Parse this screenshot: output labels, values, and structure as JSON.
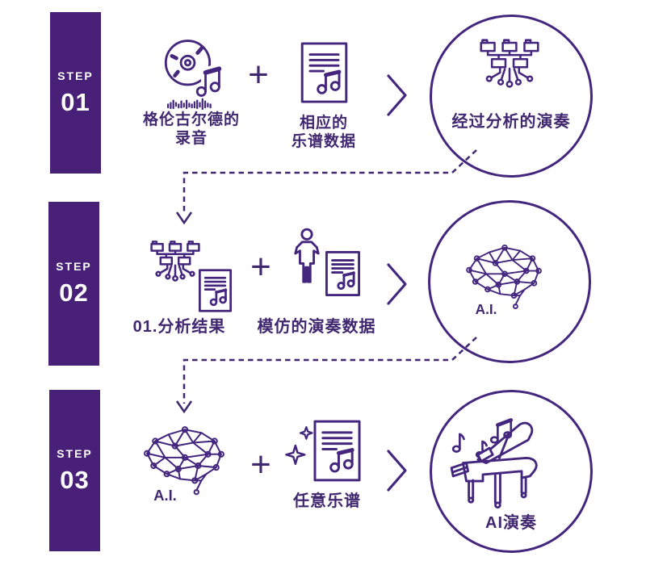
{
  "colors": {
    "bar_purple": "#482077",
    "line_purple": "#44267e",
    "text_purple": "#41276f",
    "background": "#ffffff"
  },
  "connectors": {
    "style": "dashed-elbow-arrow",
    "from_step1_result_to_step2_source": true,
    "from_step2_result_to_step3_source": true
  },
  "steps": [
    {
      "badge": {
        "step_label": "STEP",
        "number": "01"
      },
      "source": {
        "icon": "cd-audio-waveform-icon",
        "label_line1": "格伦古尔德的",
        "label_line2": "录音"
      },
      "operator_plus": "+",
      "addend": {
        "icon": "score-document-icon",
        "label_line1": "相应的",
        "label_line2": "乐谱数据"
      },
      "arrow": {
        "icon": "chevron-right-icon"
      },
      "result": {
        "icon": "analysis-tree-circuit-icon",
        "label": "经过分析的演奏"
      }
    },
    {
      "badge": {
        "step_label": "STEP",
        "number": "02"
      },
      "source": {
        "icon": "analysis-tree-with-score-icon",
        "label": "01.分析结果"
      },
      "operator_plus": "+",
      "addend": {
        "icon": "person-with-score-icon",
        "label": "模仿的演奏数据"
      },
      "arrow": {
        "icon": "chevron-right-icon"
      },
      "result": {
        "icon": "ai-brain-network-icon",
        "label": "A.I."
      }
    },
    {
      "badge": {
        "step_label": "STEP",
        "number": "03"
      },
      "source": {
        "icon": "ai-brain-network-icon",
        "label": "A.I."
      },
      "operator_plus": "+",
      "addend": {
        "icon": "sparkle-score-document-icon",
        "label": "任意乐谱"
      },
      "arrow": {
        "icon": "chevron-right-icon"
      },
      "result": {
        "icon": "grand-piano-notes-icon",
        "label": "AI演奏"
      }
    }
  ]
}
